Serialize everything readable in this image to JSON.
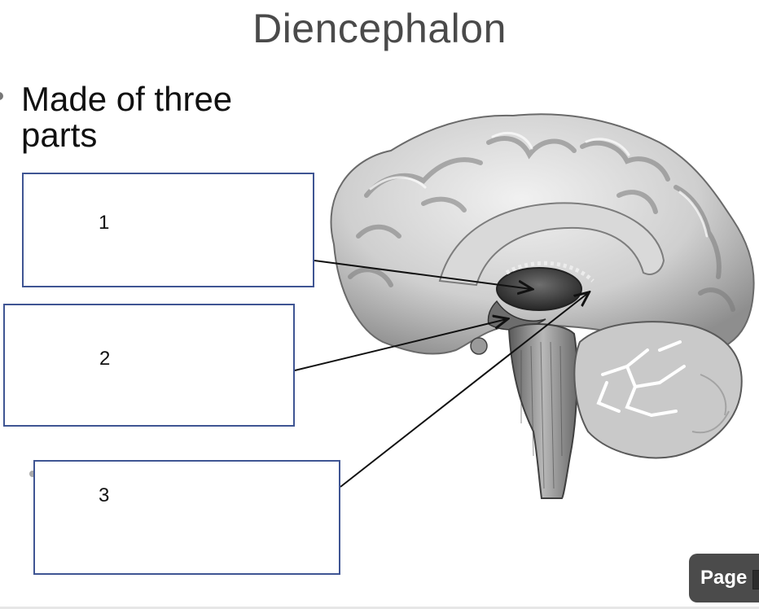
{
  "slide": {
    "title": "Diencephalon",
    "bullet": "Made of three parts"
  },
  "labels": [
    {
      "number": "1"
    },
    {
      "number": "2"
    },
    {
      "number": "3"
    }
  ],
  "page_button": {
    "label": "Page"
  },
  "colors": {
    "box_border": "#3f5593",
    "title": "#4a4a4a",
    "page_button": "#4b4b4b"
  },
  "icons": [
    "brain-illustration",
    "arrow-icon"
  ]
}
